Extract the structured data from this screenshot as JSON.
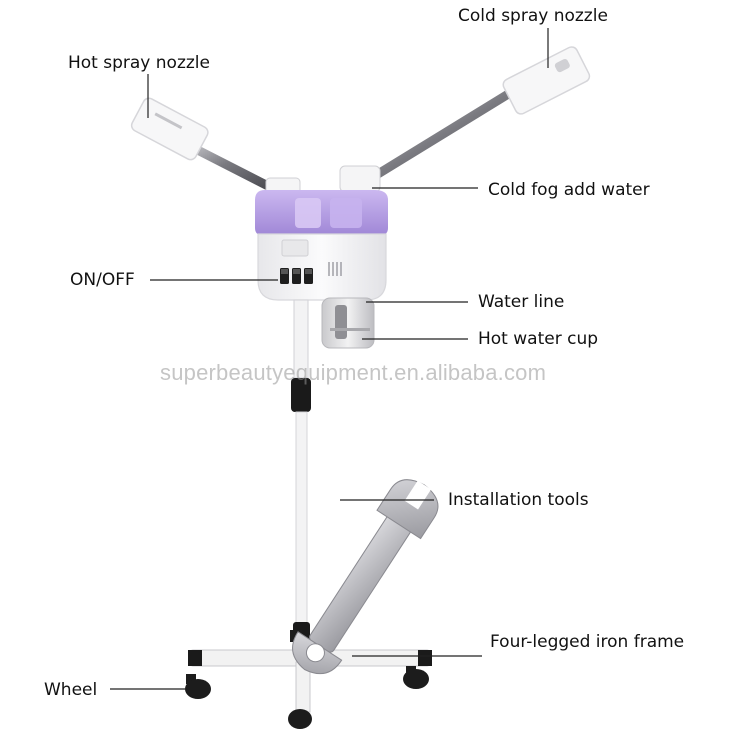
{
  "labels": {
    "cold_spray_nozzle": "Cold spray nozzle",
    "hot_spray_nozzle": "Hot spray nozzle",
    "cold_fog_add_water": "Cold fog add water",
    "on_off": "ON/OFF",
    "water_line": "Water line",
    "hot_water_cup": "Hot water cup",
    "installation_tools": "Installation tools",
    "four_legged_iron_frame": "Four-legged iron frame",
    "wheel": "Wheel"
  },
  "watermark": "superbeautyequipment.en.alibaba.com",
  "colors": {
    "body": "#f4f4f6",
    "tank": "#b9a3e6",
    "metal": "#8c8c90",
    "frame": "#f2f2f2",
    "wheel": "#1c1c1c",
    "text": "#111111"
  }
}
